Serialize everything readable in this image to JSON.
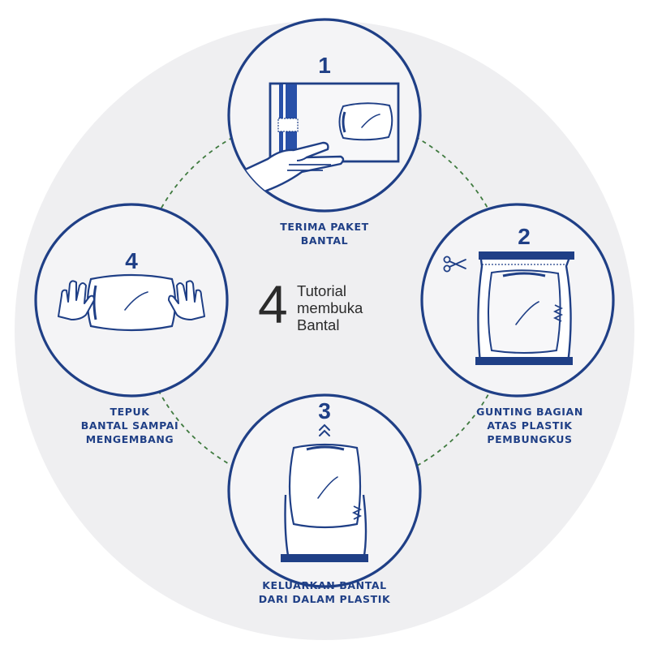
{
  "center": {
    "number": "4",
    "lines": [
      "Tutorial",
      "membuka",
      "Bantal"
    ]
  },
  "steps": [
    {
      "number": "1",
      "label_lines": [
        "TERIMA PAKET",
        "BANTAL"
      ]
    },
    {
      "number": "2",
      "label_lines": [
        "GUNTING BAGIAN",
        "ATAS PLASTIK",
        "PEMBUNGKUS"
      ]
    },
    {
      "number": "3",
      "label_lines": [
        "KELUARKAN BANTAL",
        "DARI DALAM PLASTIK"
      ]
    },
    {
      "number": "4",
      "label_lines": [
        "TEPUK",
        "BANTAL SAMPAI",
        "MENGEMBANG"
      ]
    }
  ],
  "colors": {
    "background_disc": "#efeff1",
    "accent_blue": "#1f3f86",
    "circle_fill": "#f4f4f6",
    "dashed_connector": "#3f7a3f",
    "text_dark": "#2b2b2b"
  }
}
